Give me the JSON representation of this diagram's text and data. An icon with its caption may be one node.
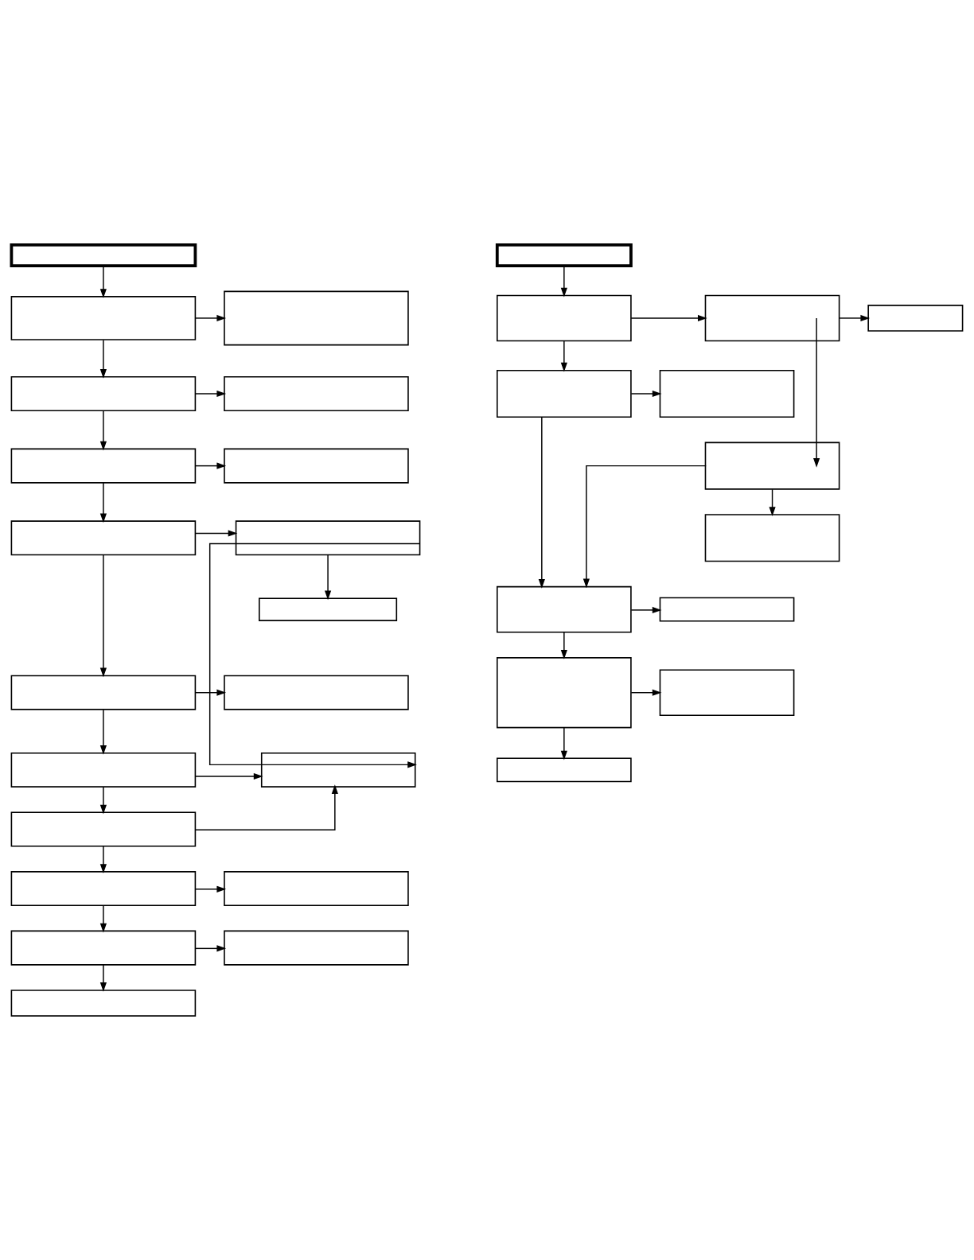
{
  "diagram": {
    "nodes": [
      {
        "text": [],
        "shape": "box"
      },
      {
        "text": [],
        "shape": "box"
      },
      {
        "text": [],
        "shape": "box"
      },
      {
        "text": [],
        "shape": "box"
      },
      {
        "text": [],
        "shape": "box"
      },
      {
        "text": [],
        "shape": "box"
      },
      {
        "text": [],
        "shape": "box"
      },
      {
        "text": [],
        "shape": "box"
      },
      {
        "text": [],
        "shape": "box"
      },
      {
        "text": [],
        "shape": "box"
      },
      {
        "text": [],
        "shape": "box"
      },
      {
        "text": [],
        "shape": "box"
      },
      {
        "text": [],
        "shape": "box"
      },
      {
        "text": [],
        "shape": "box"
      },
      {
        "text": [],
        "shape": "box"
      },
      {
        "text": [],
        "shape": "box"
      },
      {
        "text": [],
        "shape": "box"
      },
      {
        "text": [],
        "shape": "box"
      },
      {
        "text": [],
        "shape": "box"
      },
      {
        "text": [],
        "shape": "box"
      },
      {
        "text": [],
        "shape": "box"
      },
      {
        "text": [],
        "shape": "box"
      },
      {
        "text": [],
        "shape": "box"
      },
      {
        "text": [],
        "shape": "box"
      },
      {
        "text": [],
        "shape": "box"
      },
      {
        "text": [],
        "shape": "box"
      },
      {
        "text": [],
        "shape": "box"
      },
      {
        "text": [],
        "shape": "box"
      },
      {
        "text": [],
        "shape": "box"
      },
      {
        "text": [],
        "shape": "box"
      },
      {
        "text": [],
        "shape": "box"
      },
      {
        "text": [],
        "shape": "box"
      },
      {
        "text": [],
        "shape": "box"
      }
    ],
    "edges": [
      {
        "from": 0,
        "to": 1,
        "arrow": "to"
      },
      {
        "from": 1,
        "to": 2,
        "arrow": "to"
      },
      {
        "from": 1,
        "to": 3,
        "arrow": "to"
      },
      {
        "from": 3,
        "to": 4,
        "arrow": "to"
      },
      {
        "from": 3,
        "to": 5,
        "arrow": "to"
      },
      {
        "from": 5,
        "to": 6,
        "arrow": "to"
      },
      {
        "from": 5,
        "to": 7,
        "arrow": "to"
      },
      {
        "from": 7,
        "to": 8,
        "arrow": "to"
      },
      {
        "from": 8,
        "to": 9,
        "arrow": "to"
      },
      {
        "from": 8,
        "to": 13,
        "arrow": "to"
      },
      {
        "from": 7,
        "to": 10,
        "arrow": "to"
      },
      {
        "from": 10,
        "to": 11,
        "arrow": "to"
      },
      {
        "from": 10,
        "to": 12,
        "arrow": "to"
      },
      {
        "from": 12,
        "to": 13,
        "arrow": "to"
      },
      {
        "from": 12,
        "to": 14,
        "arrow": "to"
      },
      {
        "from": 14,
        "to": 13,
        "arrow": "to"
      },
      {
        "from": 14,
        "to": 15,
        "arrow": "to"
      },
      {
        "from": 15,
        "to": 16,
        "arrow": "to"
      },
      {
        "from": 15,
        "to": 17,
        "arrow": "to"
      },
      {
        "from": 17,
        "to": 18,
        "arrow": "to"
      },
      {
        "from": 17,
        "to": 19,
        "arrow": "to"
      },
      {
        "from": 20,
        "to": 21,
        "arrow": "to"
      },
      {
        "from": 21,
        "to": 22,
        "arrow": "to"
      },
      {
        "from": 22,
        "to": 23,
        "arrow": "to"
      },
      {
        "from": 22,
        "to": 26,
        "arrow": "to"
      },
      {
        "from": 21,
        "to": 24,
        "arrow": "to"
      },
      {
        "from": 24,
        "to": 25,
        "arrow": "to"
      },
      {
        "from": 24,
        "to": 28,
        "arrow": "to"
      },
      {
        "from": 26,
        "to": 27,
        "arrow": "to"
      },
      {
        "from": 26,
        "to": 28,
        "arrow": "to"
      },
      {
        "from": 28,
        "to": 29,
        "arrow": "to"
      },
      {
        "from": 28,
        "to": 30,
        "arrow": "to"
      },
      {
        "from": 30,
        "to": 31,
        "arrow": "to"
      },
      {
        "from": 30,
        "to": 32,
        "arrow": "to"
      }
    ]
  }
}
